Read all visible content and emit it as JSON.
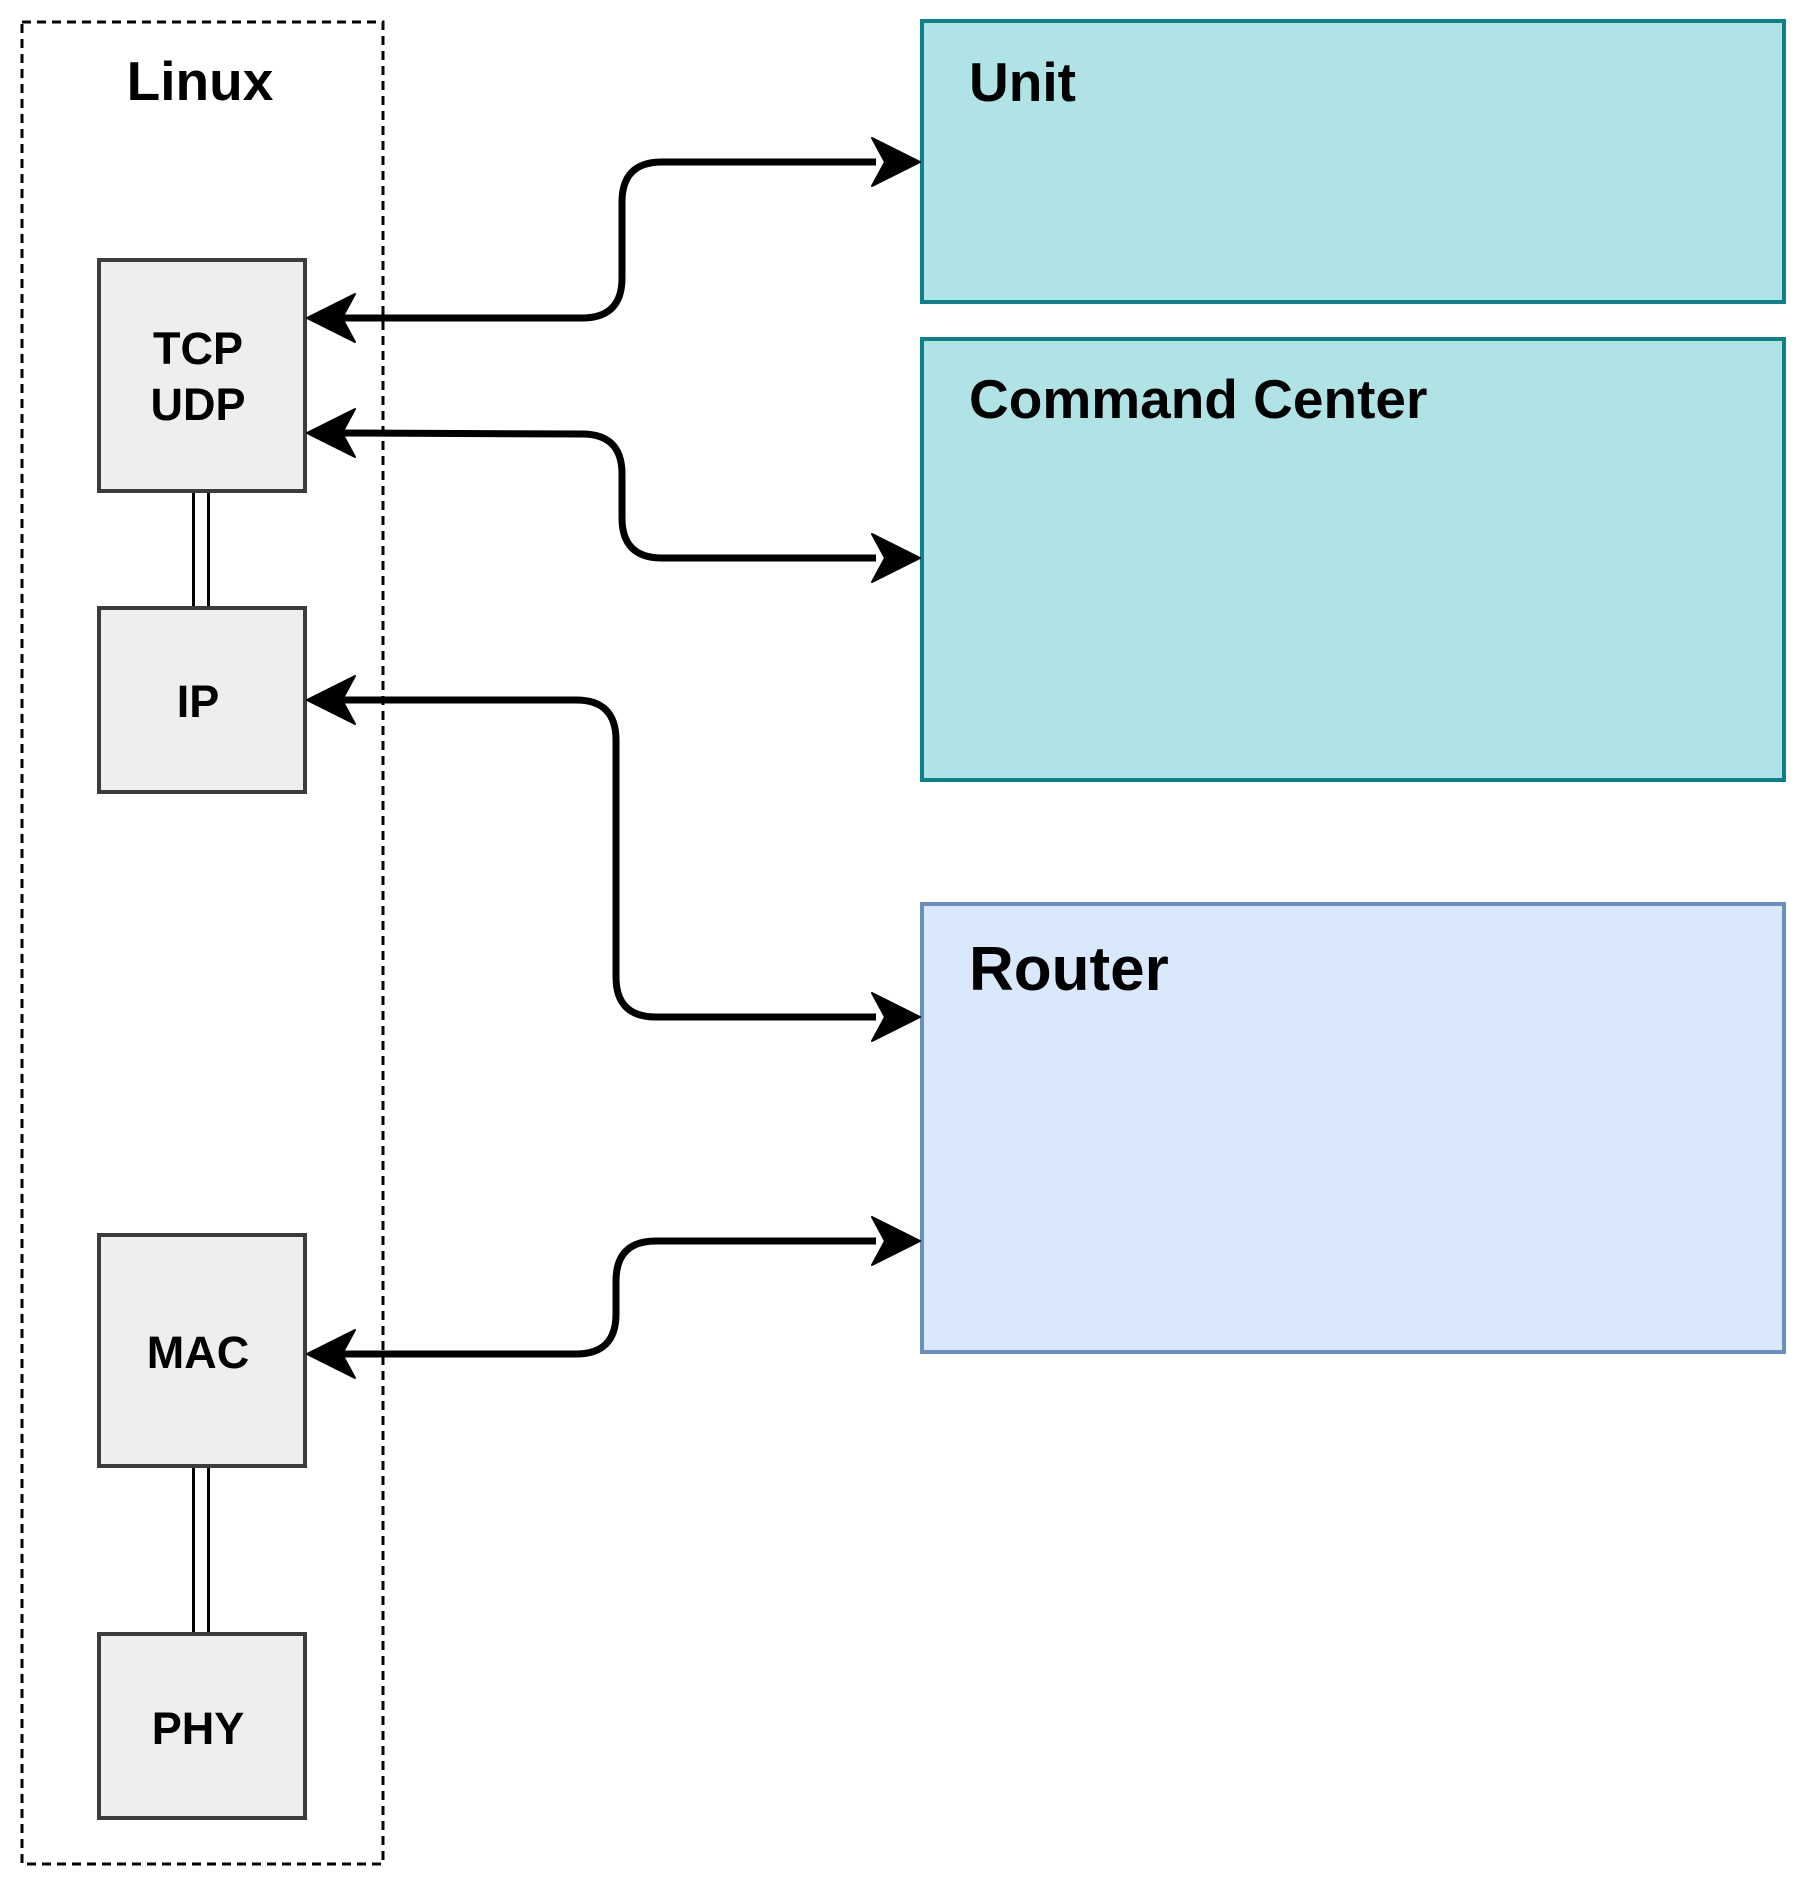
{
  "linux": {
    "title": "Linux",
    "layers": {
      "tcp_udp": [
        "TCP",
        "UDP"
      ],
      "ip": "IP",
      "mac": "MAC",
      "phy": "PHY"
    }
  },
  "panels": {
    "unit": "Unit",
    "command_center": "Command Center",
    "router": "Router"
  },
  "colors": {
    "teal_fill": "#b0e3e6",
    "teal_stroke": "#0e8088",
    "blue_fill": "#dae8fc",
    "blue_stroke": "#6c8ebf",
    "layer_fill": "#eeeeee",
    "layer_stroke": "#3c3c3c"
  },
  "connections": [
    {
      "from": "tcp_udp",
      "to": "unit",
      "direction": "bidirectional"
    },
    {
      "from": "tcp_udp",
      "to": "command_center",
      "direction": "bidirectional"
    },
    {
      "from": "ip",
      "to": "router",
      "direction": "bidirectional"
    },
    {
      "from": "mac",
      "to": "router",
      "direction": "bidirectional"
    }
  ]
}
